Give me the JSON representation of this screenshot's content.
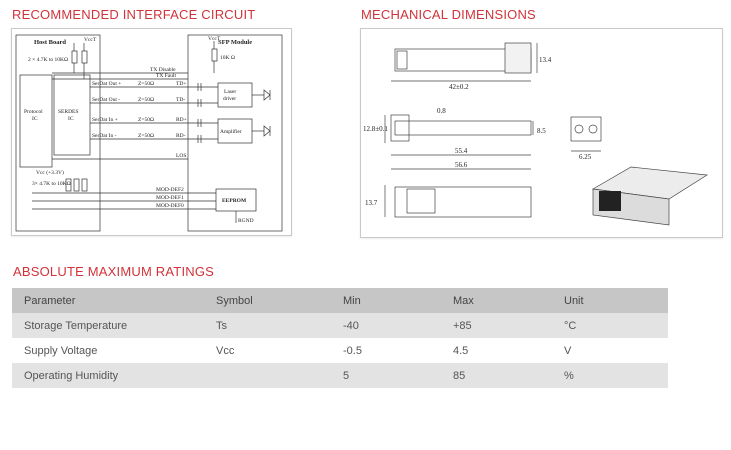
{
  "sections": {
    "circuit_title": "RECOMMENDED INTERFACE CIRCUIT",
    "mech_title": "MECHANICAL DIMENSIONS",
    "ratings_title": "ABSOLUTE MAXIMUM RATINGS"
  },
  "circuit": {
    "host_board": "Host Board",
    "sfp_module": "SFP Module",
    "vcct_host": "VccT",
    "vcct_module": "VccT",
    "pullup_host": "2 × 4.7K to 10KΩ",
    "pullup_module": "10K Ω",
    "protocol_ic": [
      "Protocol",
      "IC"
    ],
    "serdes_ic": [
      "SERDES",
      "IC"
    ],
    "tx_disable": "TX Disable",
    "tx_fault": "TX Fault",
    "serdout_pos": "SerDat Out +",
    "serdout_neg": "SerDat Out -",
    "serdin_pos": "SerDat In +",
    "serdin_neg": "SerDat In -",
    "z50_1": "Z=50Ω",
    "z50_2": "Z=50Ω",
    "z50_3": "Z=50Ω",
    "z50_4": "Z=50Ω",
    "td_pos": "TD+",
    "td_neg": "TD-",
    "rd_pos": "RD+",
    "rd_neg": "RD-",
    "los": "LOS",
    "laser_driver": [
      "Laser",
      "driver"
    ],
    "amplifier": "Amplifier",
    "vcc_host": "Vcc (+3.3V)",
    "pullup_mod": "3× 4.7K to 10KΩ",
    "mod_def2": "MOD-DEF2",
    "mod_def1": "MOD-DEF1",
    "mod_def0": "MOD-DEF0",
    "eeprom": "EEPROM",
    "rgnd": "RGND"
  },
  "mechanical": {
    "dim_13_4": "13.4",
    "dim_42": "42±0.2",
    "dim_0_8": "0.8",
    "dim_12_8": "12.8±0.1",
    "dim_8_5": "8.5",
    "dim_55_4": "55.4",
    "dim_56_6": "56.6",
    "dim_6_25": "6.25",
    "dim_13_7": "13.7"
  },
  "ratings": {
    "headers": [
      "Parameter",
      "Symbol",
      "Min",
      "Max",
      "Unit"
    ],
    "rows": [
      [
        "Storage Temperature",
        "Ts",
        "-40",
        "+85",
        "°C"
      ],
      [
        "Supply Voltage",
        "Vcc",
        "-0.5",
        "4.5",
        "V"
      ],
      [
        "Operating Humidity",
        "",
        "5",
        "85",
        "%"
      ]
    ]
  },
  "colors": {
    "accent_red": "#d0333a",
    "header_row": "#c6c6c6",
    "shaded_row": "#e3e3e3"
  }
}
